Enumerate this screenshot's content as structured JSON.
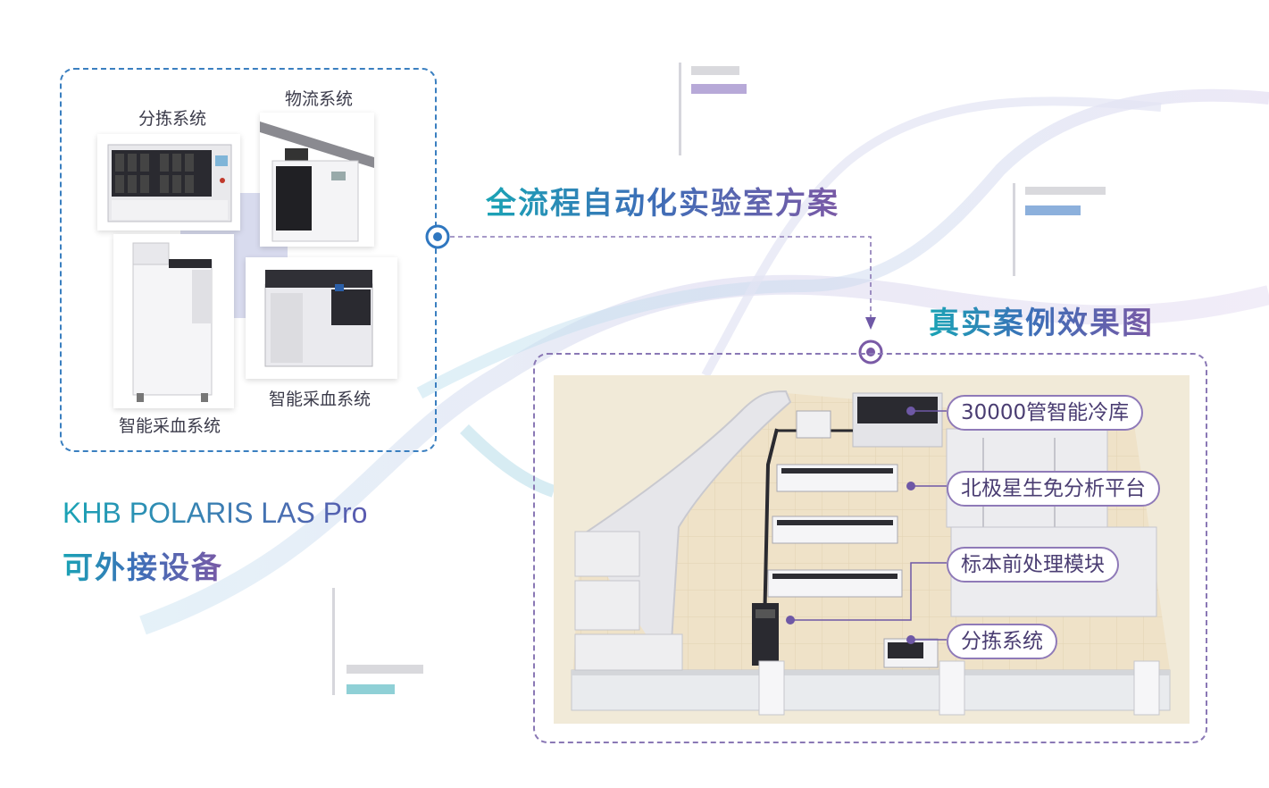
{
  "main_title": "全流程自动化实验室方案",
  "case_title": "真实案例效果图",
  "product": {
    "name": "KHB POLARIS LAS Pro",
    "subtitle": "可外接设备"
  },
  "devices": [
    {
      "label": "分拣系统"
    },
    {
      "label": "物流系统"
    },
    {
      "label": "智能采血系统"
    },
    {
      "label": "智能采血系统"
    }
  ],
  "callouts": [
    {
      "label": "30000管智能冷库"
    },
    {
      "label": "北极星生免分析平台"
    },
    {
      "label": "标本前处理模块"
    },
    {
      "label": "分拣系统"
    }
  ],
  "colors": {
    "teal": "#1aa3b5",
    "blue": "#3c6fb8",
    "purple": "#7a5aa6",
    "dashed_left": "#3a7fc0",
    "dashed_right": "#8a78b5"
  }
}
